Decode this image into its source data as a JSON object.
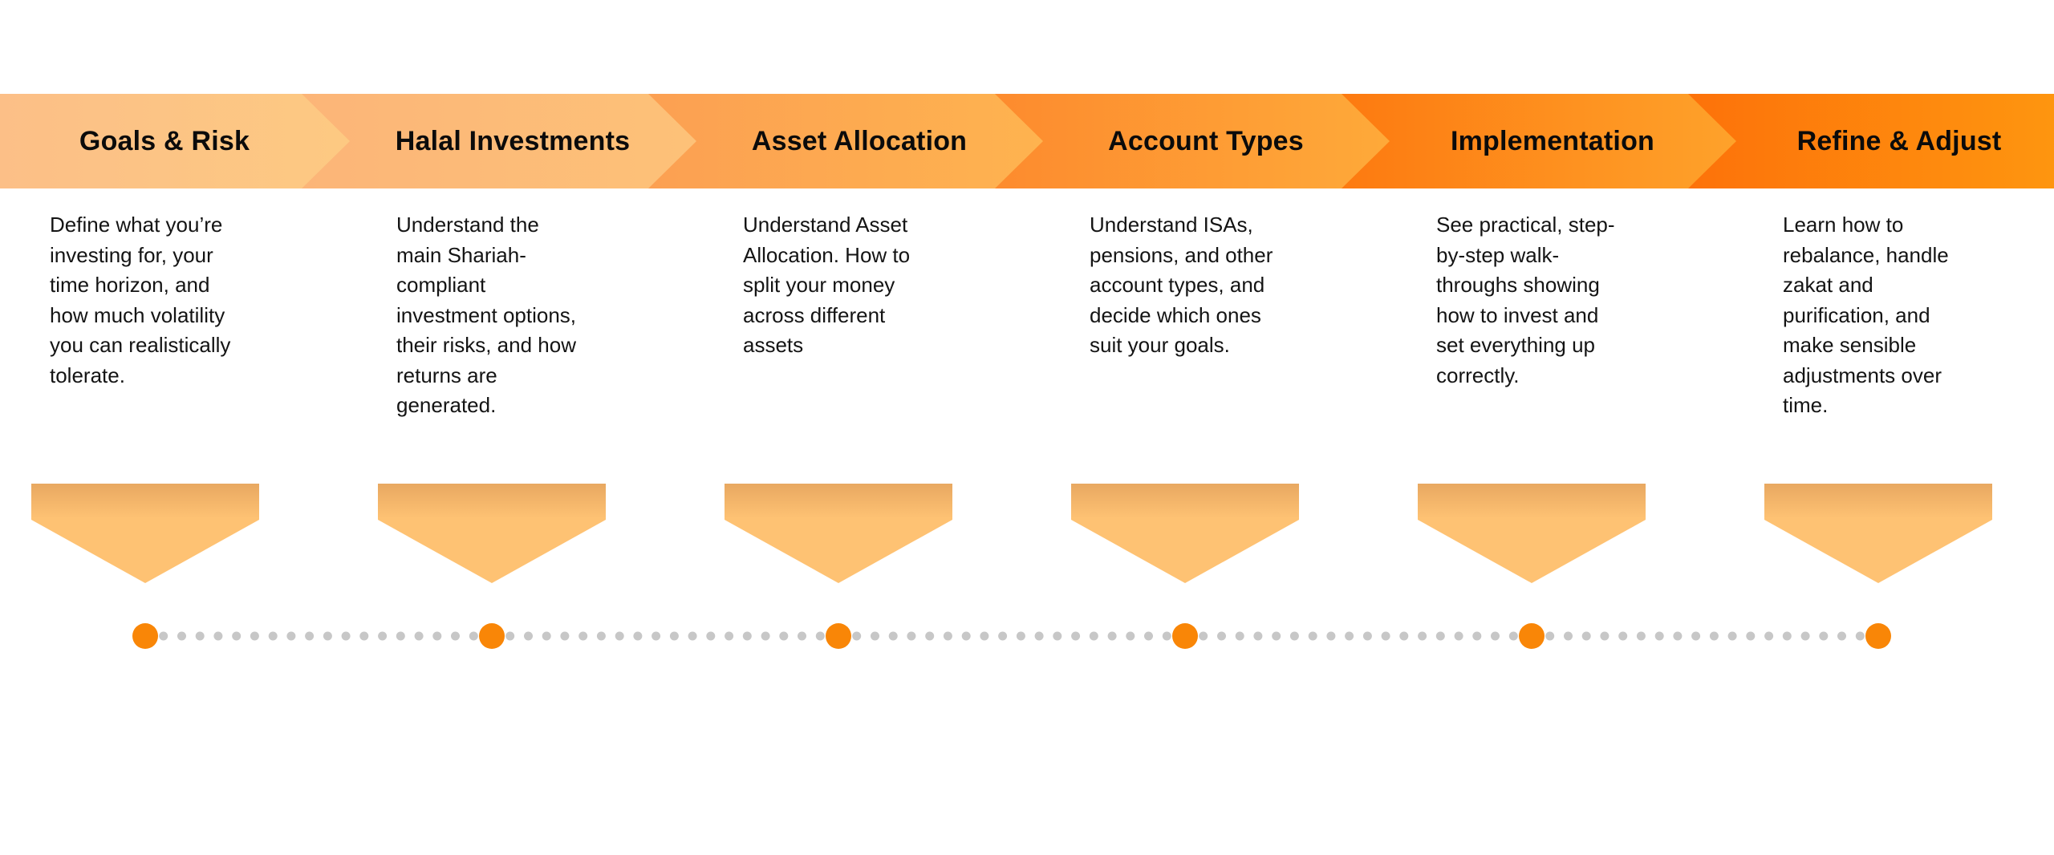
{
  "colors": {
    "arrow_gradients": [
      [
        "#fcbf87",
        "#fdca82"
      ],
      [
        "#fcb578",
        "#fdc278"
      ],
      [
        "#fca052",
        "#feb44f"
      ],
      [
        "#fd8b2e",
        "#feab3a"
      ],
      [
        "#fd7a10",
        "#fea42c"
      ],
      [
        "#fd720a",
        "#fe9a10"
      ]
    ],
    "marker_fill": "#fec273",
    "marker_shadow": "#e8a861",
    "dot_active": "#f98607",
    "dot_inactive": "#c7c7c7",
    "title_text": "#0b0b0b",
    "body_text": "#141414"
  },
  "steps": [
    {
      "title": "Goals & Risk",
      "description": "Define what you’re\ninvesting for, your\ntime horizon, and\nhow much volatility\nyou can realistically\ntolerate."
    },
    {
      "title": "Halal Investments",
      "description": "Understand the\nmain Shariah-\ncompliant\ninvestment options,\ntheir risks, and how\nreturns are\ngenerated."
    },
    {
      "title": "Asset Allocation",
      "description": "Understand Asset\nAllocation. How to\nsplit your money\nacross different\nassets"
    },
    {
      "title": "Account Types",
      "description": "Understand ISAs,\npensions, and other\naccount types, and\ndecide which ones\nsuit your goals."
    },
    {
      "title": "Implementation",
      "description": "See practical, step-\nby-step walk-\nthroughs showing\nhow to invest and\nset everything up\ncorrectly."
    },
    {
      "title": "Refine & Adjust",
      "description": "Learn how to\nrebalance, handle\nzakat and\npurification, and\nmake sensible\nadjustments over\ntime."
    }
  ]
}
